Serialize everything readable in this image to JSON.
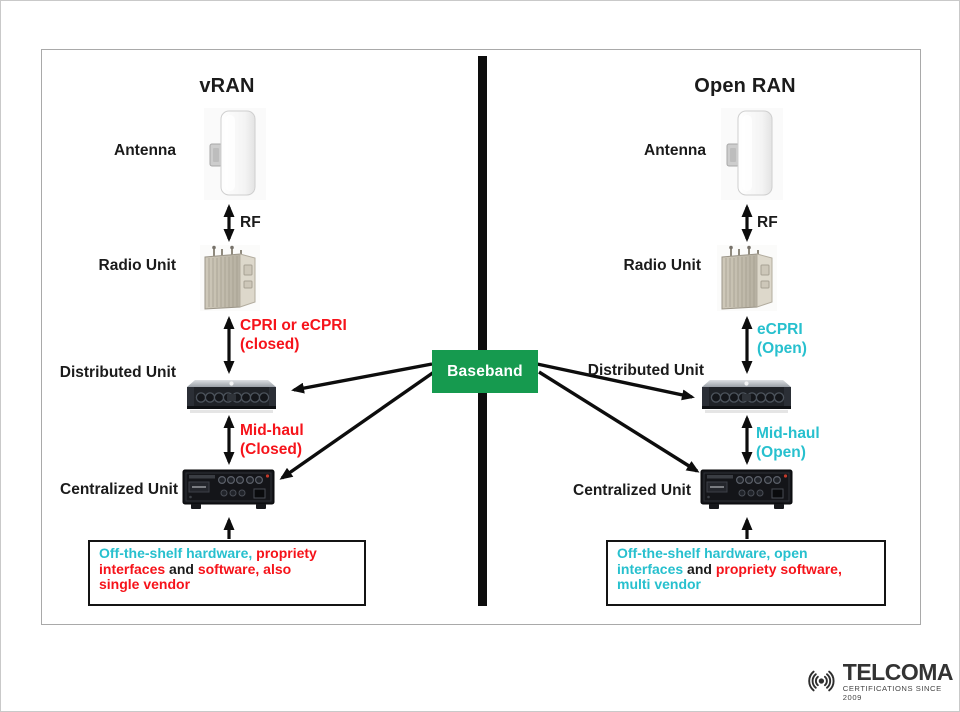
{
  "colors": {
    "red": "#f6131a",
    "cyan": "#27c0ce",
    "green": "#169a4f",
    "ink": "#1b1b1b",
    "arrow": "#0d0d0d"
  },
  "left": {
    "title": "vRAN",
    "antenna_label": "Antenna",
    "rf_label": "RF",
    "radio_unit_label": "Radio Unit",
    "fronthaul_label": "CPRI or eCPRI\n(closed)",
    "distributed_unit_label": "Distributed Unit",
    "midhaul_label": "Mid-haul\n(Closed)",
    "centralized_unit_label": "Centralized Unit",
    "note_segments": [
      {
        "text": "Off-the-shelf hardware, ",
        "color": "cyan"
      },
      {
        "text": "propriety",
        "color": "red"
      },
      {
        "br": true
      },
      {
        "text": "interfaces ",
        "color": "red"
      },
      {
        "text": "and ",
        "color": "ink"
      },
      {
        "text": "software, also",
        "color": "red"
      },
      {
        "br": true
      },
      {
        "text": "single vendor",
        "color": "red"
      }
    ]
  },
  "right": {
    "title": "Open RAN",
    "antenna_label": "Antenna",
    "rf_label": "RF",
    "radio_unit_label": "Radio Unit",
    "fronthaul_label": "eCPRI\n(Open)",
    "distributed_unit_label": "Distributed Unit",
    "midhaul_label": "Mid-haul\n(Open)",
    "centralized_unit_label": "Centralized Unit",
    "note_segments": [
      {
        "text": "Off-the-shelf hardware, open",
        "color": "cyan"
      },
      {
        "br": true
      },
      {
        "text": "interfaces ",
        "color": "cyan"
      },
      {
        "text": "and ",
        "color": "ink"
      },
      {
        "text": "propriety software,",
        "color": "red"
      },
      {
        "br": true
      },
      {
        "text": "multi vendor",
        "color": "cyan"
      }
    ]
  },
  "center": {
    "baseband_label": "Baseband"
  },
  "logo": {
    "brand": "TELCOMA",
    "tagline": "CERTIFICATIONS SINCE 2009",
    "icon": "radio-waves-icon"
  },
  "images": {
    "antenna": "panel-antenna-image",
    "radio_unit": "radio-unit-image",
    "distributed_unit": "rack-server-image",
    "centralized_unit": "rack-appliance-image"
  }
}
